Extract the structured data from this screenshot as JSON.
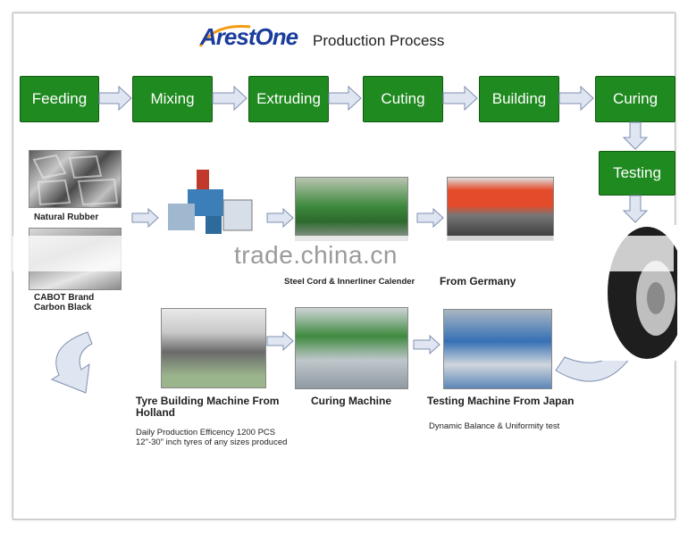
{
  "header": {
    "logo_text": "ArestOne",
    "title": "Production Process"
  },
  "steps": {
    "feeding": "Feeding",
    "mixing": "Mixing",
    "extruding": "Extruding",
    "cuting": "Cuting",
    "building": "Building",
    "curing": "Curing",
    "testing": "Testing"
  },
  "captions": {
    "natural_rubber": "Natural Rubber",
    "carbon_black_1": "CABOT Brand",
    "carbon_black_2": "Carbon Black",
    "calender": "Steel Cord & Innerliner Calender",
    "germany": "From Germany",
    "building_machine_1": "Tyre Building Machine From",
    "building_machine_2": "Holland",
    "efficiency_1": "Daily Production Efficency 1200 PCS",
    "efficiency_2": "12\"-30\" inch tyres of any sizes produced",
    "curing_machine": "Curing Machine",
    "testing_machine": "Testing Machine From Japan",
    "testing_note": "Dynamic Balance & Uniformity test"
  },
  "watermark": "trade.china.cn",
  "colors": {
    "step_green": "#1f8a1f",
    "arrow_fill": "#dfe6f2",
    "arrow_stroke": "#7f8fb0",
    "logo_blue": "#1a3d9c",
    "logo_orange": "#f39c12"
  }
}
